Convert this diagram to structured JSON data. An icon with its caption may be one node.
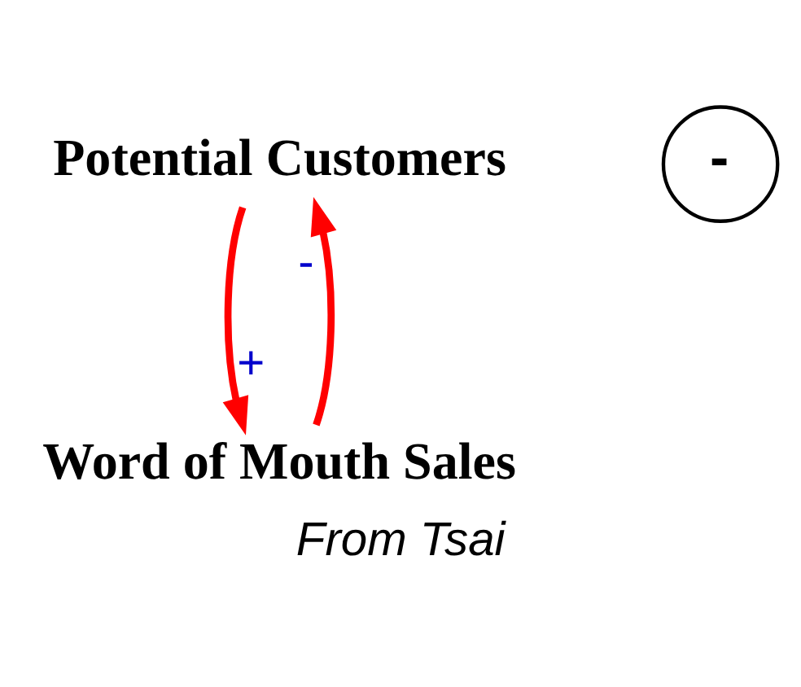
{
  "diagram": {
    "caption": "From Tsai",
    "nodes": [
      {
        "text": [
          "Potential Customers"
        ]
      },
      {
        "text": [
          "Word of Mouth Sales"
        ]
      }
    ],
    "edges": [
      {
        "from": 1,
        "to": 0,
        "arrow": "to",
        "label": "-"
      },
      {
        "from": 0,
        "to": 1,
        "arrow": "to",
        "label": "+"
      }
    ],
    "labels": [
      "-"
    ]
  }
}
